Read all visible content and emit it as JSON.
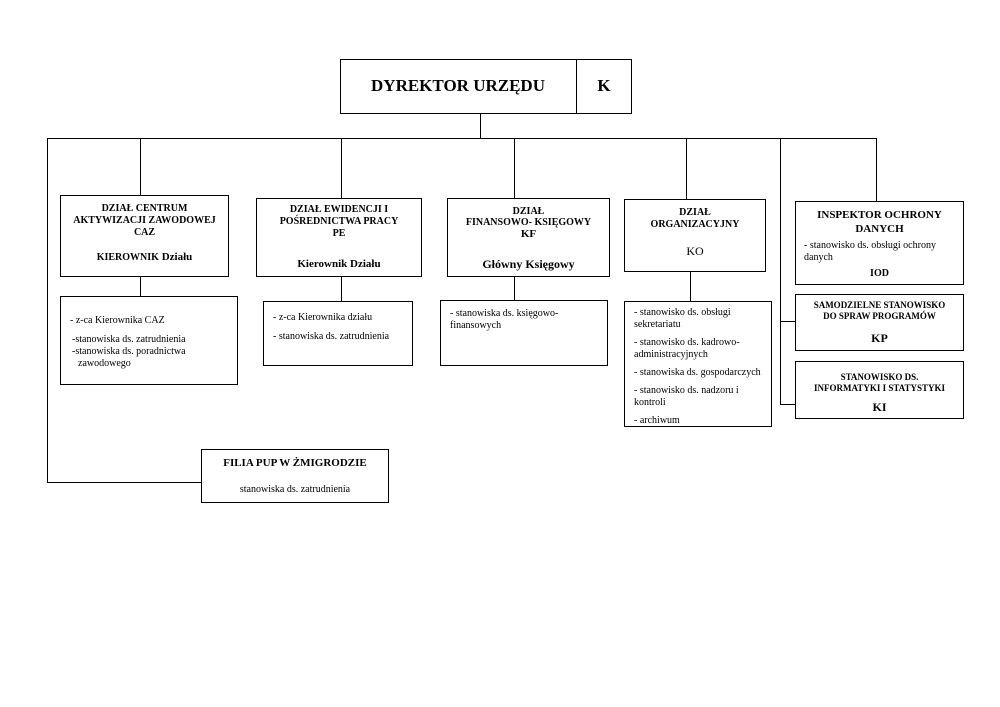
{
  "director": {
    "title": "DYREKTOR URZĘDU",
    "code": "K"
  },
  "caz": {
    "title": [
      "DZIAŁ CENTRUM",
      "AKTYWIZACJI ZAWODOWEJ",
      "CAZ"
    ],
    "head_prefix": "KIEROWNIK",
    "head_suffix": "Działu",
    "positions": [
      "- z-ca Kierownika CAZ",
      "-stanowiska ds. zatrudnienia",
      "-stanowiska ds. poradnictwa",
      "zawodowego"
    ]
  },
  "pe": {
    "title": [
      "DZIAŁ EWIDENCJI I",
      "POŚREDNICTWA PRACY",
      "PE"
    ],
    "head": "Kierownik Działu",
    "positions": [
      "- z-ca Kierownika działu",
      "- stanowiska ds. zatrudnienia"
    ]
  },
  "kf": {
    "title": [
      "DZIAŁ",
      "FINANSOWO- KSIĘGOWY",
      "KF"
    ],
    "head": "Główny Księgowy",
    "positions": [
      "- stanowiska ds. księgowo-",
      "finansowych"
    ]
  },
  "ko": {
    "title": [
      "DZIAŁ",
      "ORGANIZACYJNY"
    ],
    "code": "KO",
    "positions": [
      "- stanowisko ds. obsługi",
      "sekretariatu",
      "- stanowisko ds. kadrowo-",
      "administracyjnych",
      "- stanowiska ds. gospodarczych",
      "- stanowisko ds. nadzoru i",
      "kontroli",
      "- archiwum"
    ]
  },
  "iod": {
    "title": [
      "INSPEKTOR OCHRONY",
      "DANYCH"
    ],
    "positions": [
      "- stanowisko ds. obsługi ochrony",
      "danych"
    ],
    "code": "IOD"
  },
  "kp": {
    "title": [
      "SAMODZIELNE STANOWISKO",
      "DO SPRAW PROGRAMÓW"
    ],
    "code": "KP"
  },
  "ki": {
    "title": [
      "STANOWISKO DS.",
      "INFORMATYKI I STATYSTYKI"
    ],
    "code": "KI"
  },
  "filia": {
    "title": "FILIA PUP W ŻMIGRODZIE",
    "positions": [
      "stanowiska ds. zatrudnienia"
    ]
  }
}
